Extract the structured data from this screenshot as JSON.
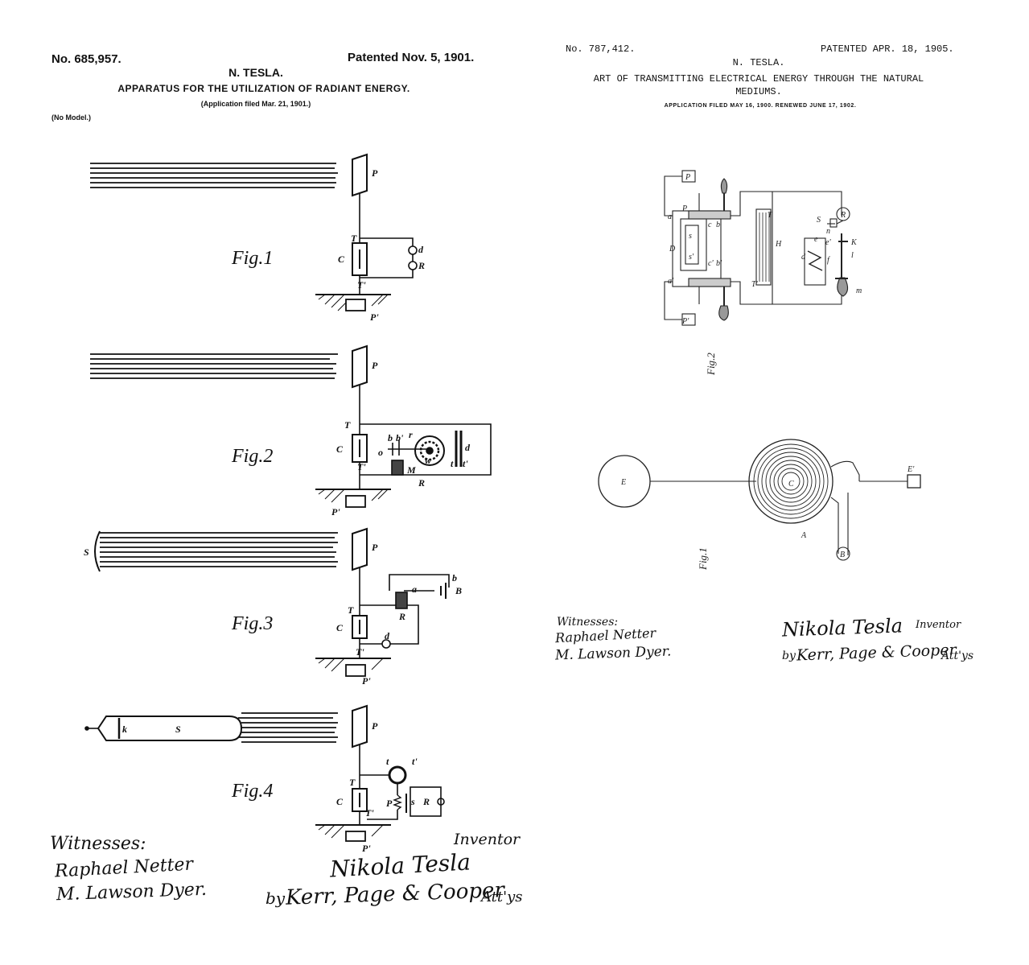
{
  "left_patent": {
    "number": "No. 685,957.",
    "patented": "Patented Nov. 5, 1901.",
    "inventor_header": "N. TESLA.",
    "title": "APPARATUS FOR THE UTILIZATION OF RADIANT ENERGY.",
    "application": "(Application filed Mar. 21, 1901.)",
    "model_note": "(No Model.)",
    "figures": [
      {
        "label": "Fig.1",
        "parts": [
          "P",
          "T",
          "C",
          "d",
          "R",
          "T'",
          "P'"
        ]
      },
      {
        "label": "Fig.2",
        "parts": [
          "P",
          "T",
          "C",
          "o",
          "b",
          "b'",
          "r",
          "w",
          "M",
          "t",
          "t'",
          "d",
          "R",
          "T'",
          "P'"
        ]
      },
      {
        "label": "Fig.3",
        "parts": [
          "S",
          "P",
          "T",
          "C",
          "a",
          "b",
          "B",
          "R",
          "d",
          "T'",
          "P'"
        ]
      },
      {
        "label": "Fig.4",
        "parts": [
          "k",
          "S",
          "P",
          "t",
          "t'",
          "T",
          "C",
          "P",
          "s",
          "R",
          "T'",
          "P'"
        ]
      }
    ],
    "witnesses_label": "Witnesses:",
    "witness_signatures": [
      "Raphael Netter",
      "M. Lawson Dyer."
    ],
    "inventor_label": "Inventor",
    "inventor_signature": "Nikola Tesla",
    "by_label": "by",
    "attorneys_signature": "Kerr, Page & Cooper",
    "attorneys_label": "Att'ys"
  },
  "right_patent": {
    "number": "No. 787,412.",
    "patented": "PATENTED APR. 18, 1905.",
    "inventor_header": "N. TESLA.",
    "title_line1": "ART OF TRANSMITTING ELECTRICAL ENERGY THROUGH THE NATURAL",
    "title_line2": "MEDIUMS.",
    "application": "APPLICATION FILED MAY 16, 1900. RENEWED JUNE 17, 1902.",
    "figures": [
      {
        "label": "Fig.2",
        "parts": [
          "P",
          "a",
          "P",
          "D",
          "s",
          "s'",
          "c",
          "b",
          "c'",
          "b'",
          "a'",
          "P'",
          "T",
          "T'",
          "H",
          "S",
          "R",
          "n",
          "e",
          "e'",
          "d",
          "f",
          "K",
          "l",
          "m"
        ]
      },
      {
        "label": "Fig.1",
        "parts": [
          "E",
          "C",
          "A",
          "B",
          "E'"
        ]
      }
    ],
    "witnesses_label": "Witnesses:",
    "witness_signatures": [
      "Raphael Netter",
      "M. Lawson Dyer."
    ],
    "inventor_signature": "Nikola Tesla",
    "inventor_label": "Inventor",
    "by_label": "by",
    "attorneys_signature": "Kerr, Page & Cooper",
    "attorneys_label": "Att'ys"
  }
}
